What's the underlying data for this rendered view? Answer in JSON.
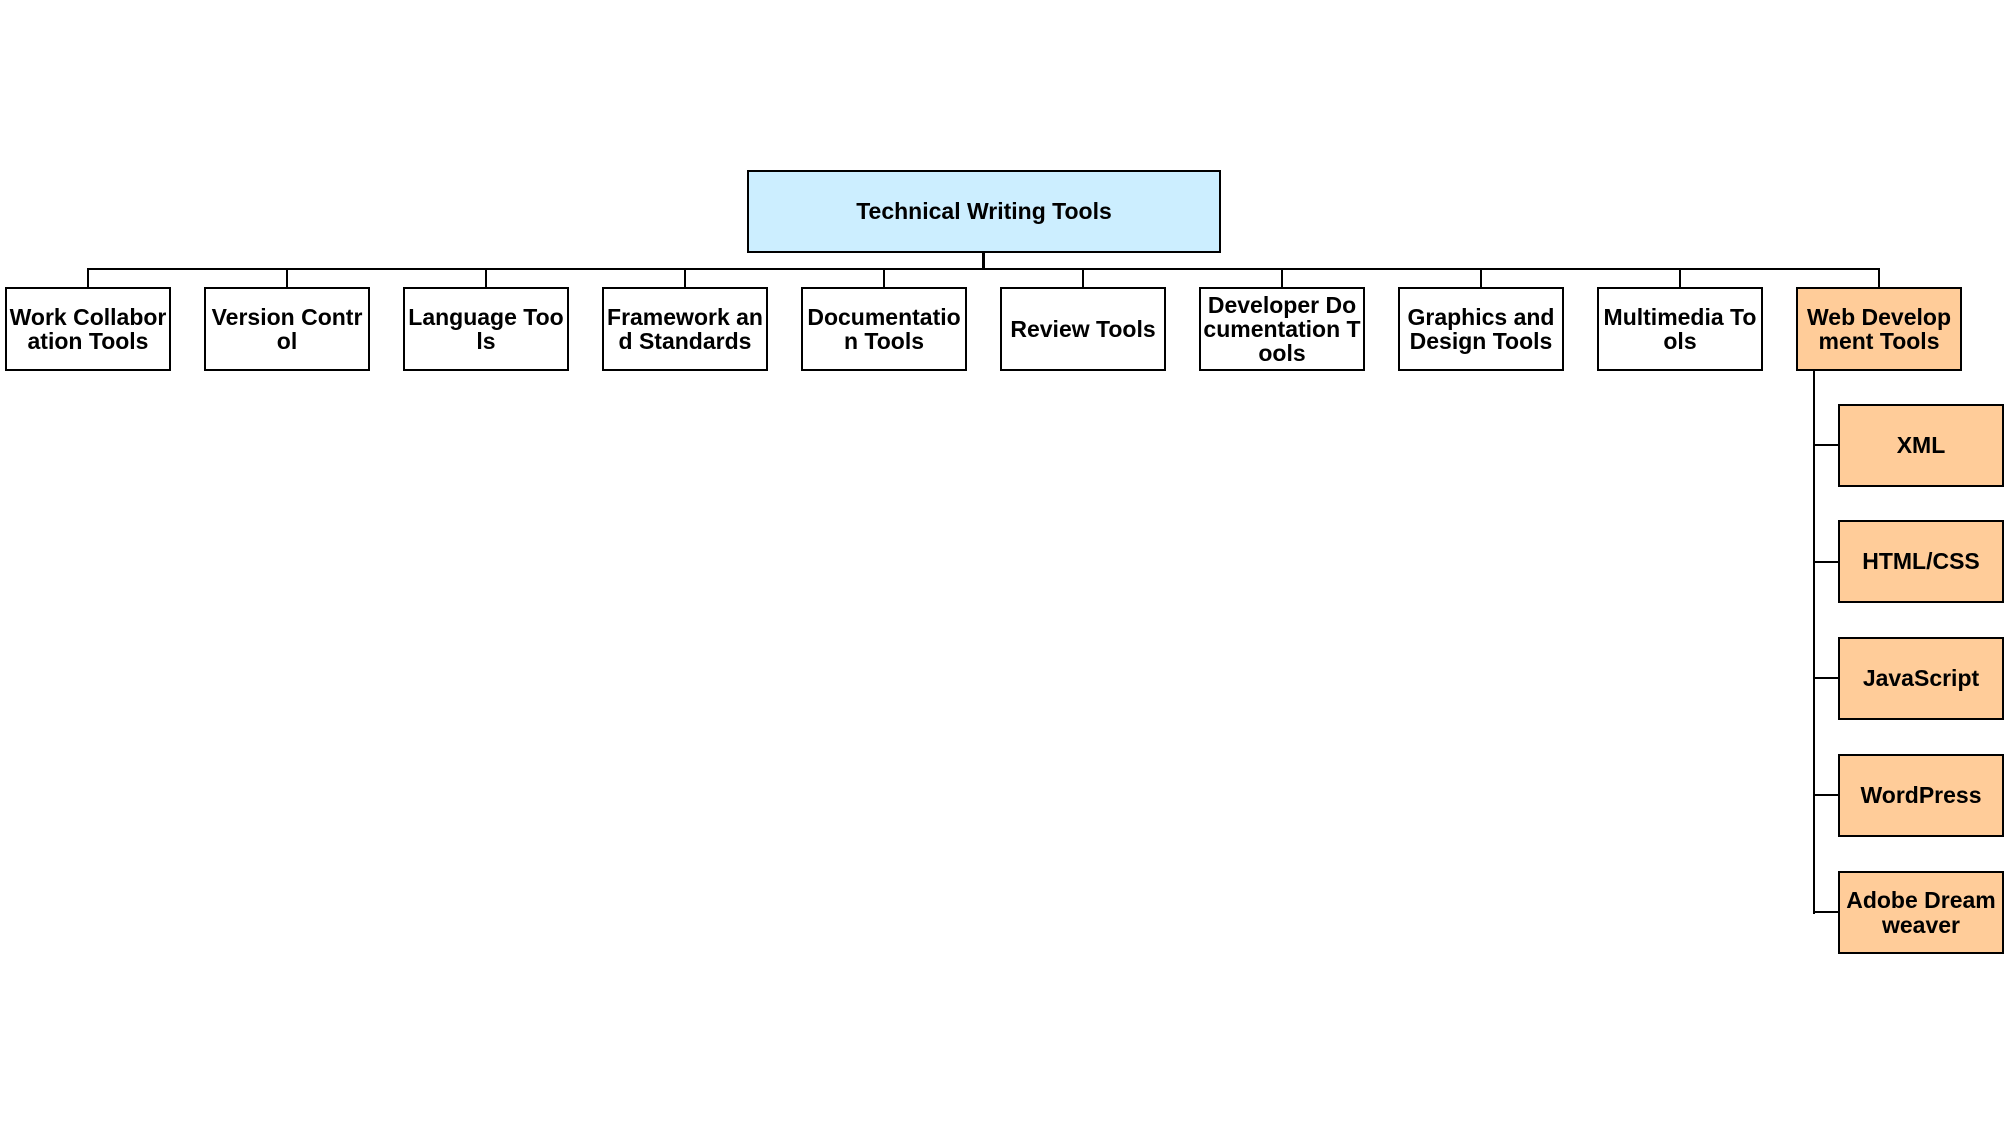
{
  "diagram": {
    "type": "org-chart",
    "colors": {
      "root_fill": "#cceeff",
      "default_fill": "#ffffff",
      "highlight_fill": "#ffcc99",
      "stroke": "#000000"
    },
    "root": {
      "label": "Technical Writing Tools"
    },
    "children": [
      {
        "label": "Work Collaboration Tools",
        "highlighted": false
      },
      {
        "label": "Version Control",
        "highlighted": false
      },
      {
        "label": "Language Tools",
        "highlighted": false
      },
      {
        "label": "Framework and Standards",
        "highlighted": false
      },
      {
        "label": "Documentation Tools",
        "highlighted": false
      },
      {
        "label": "Review Tools",
        "highlighted": false
      },
      {
        "label": "Developer Documentation Tools",
        "highlighted": false
      },
      {
        "label": "Graphics and Design Tools",
        "highlighted": false
      },
      {
        "label": "Multimedia Tools",
        "highlighted": false
      },
      {
        "label": "Web Development Tools",
        "highlighted": true,
        "children": [
          {
            "label": "XML"
          },
          {
            "label": "HTML/CSS"
          },
          {
            "label": "JavaScript"
          },
          {
            "label": "WordPress"
          },
          {
            "label": "Adobe Dreamweaver"
          }
        ]
      }
    ]
  }
}
